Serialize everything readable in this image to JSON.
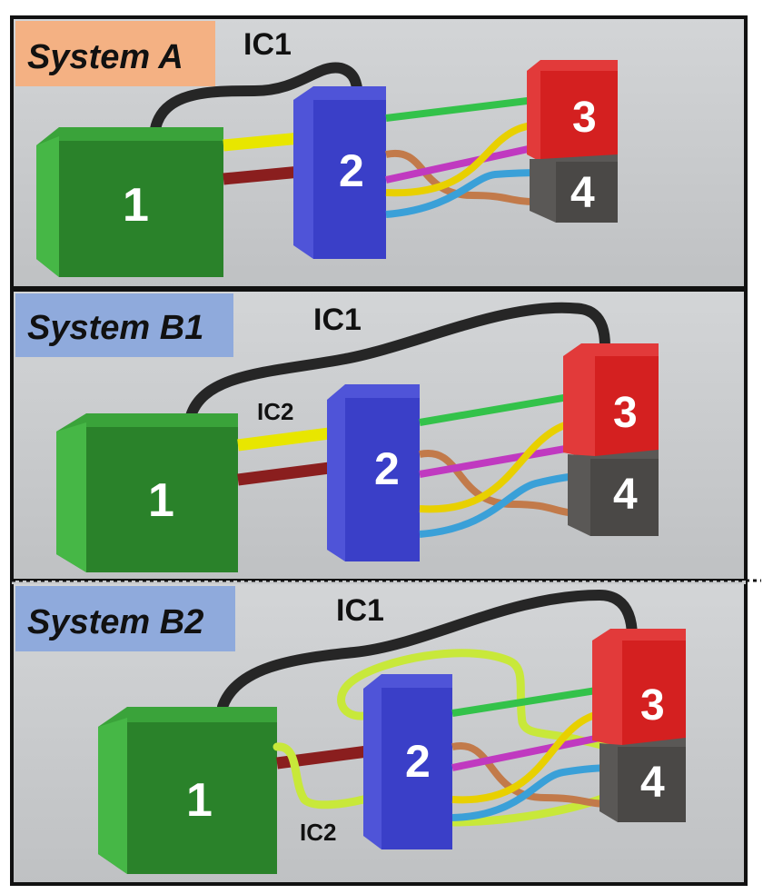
{
  "colors": {
    "panel_bg": "#c9cbcd",
    "frame": "#111111",
    "label_a_bg": "#f4b183",
    "label_b_bg": "#8faadc",
    "box_green": "#2e8b2e",
    "box_blue": "#3a3fc8",
    "box_red": "#d42020",
    "box_gray": "#4a4846",
    "wire_black": "#262626",
    "wire_yellow": "#e8e600",
    "wire_darkred": "#8a1e1e",
    "wire_green": "#33c24a",
    "wire_magenta": "#c039c0",
    "wire_yellow2": "#e8d000",
    "wire_orange": "#c27a4a",
    "wire_blue": "#3aa0d8",
    "wire_lime": "#c8e83a"
  },
  "panels": [
    {
      "label": "System A",
      "ic1": "IC1",
      "box1": "1",
      "box2": "2",
      "box3": "3",
      "box4": "4"
    },
    {
      "label": "System B1",
      "ic1": "IC1",
      "ic2": "IC2",
      "box1": "1",
      "box2": "2",
      "box3": "3",
      "box4": "4"
    },
    {
      "label": "System B2",
      "ic1": "IC1",
      "ic2": "IC2",
      "box1": "1",
      "box2": "2",
      "box3": "3",
      "box4": "4"
    }
  ]
}
